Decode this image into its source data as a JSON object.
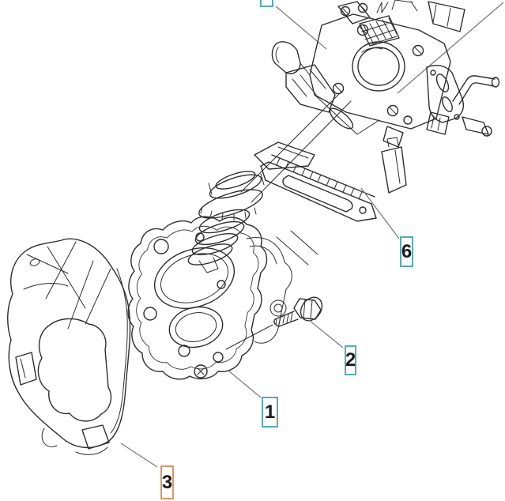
{
  "diagram": {
    "type": "exploded-parts-diagram",
    "background": "#ffffff"
  },
  "callouts": {
    "top": {
      "number": "",
      "state": "default",
      "note": "box clipped by top edge of image"
    },
    "six": {
      "number": "6",
      "state": "default"
    },
    "two": {
      "number": "2",
      "state": "default"
    },
    "one": {
      "number": "1",
      "state": "default"
    },
    "three": {
      "number": "3",
      "state": "highlighted"
    }
  },
  "colors": {
    "callout_border": "#54abb9",
    "callout_highlight_border": "#df9268",
    "number": "#1a1a1a",
    "line_art": "#2e2e2e",
    "leader": "#7d7d7d"
  }
}
